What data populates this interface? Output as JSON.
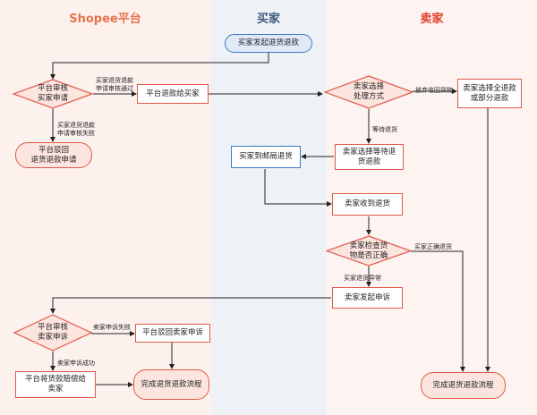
{
  "lanes": {
    "platform": "Shopee平台",
    "buyer": "买家",
    "seller": "卖家"
  },
  "nodes": {
    "buyer_initiate": "买家发起退货退款",
    "platform_review_refund": "平台审核\n买家申请",
    "platform_refund_buyer": "平台退款给买家",
    "seller_choose_method": "卖家选择\n处理方式",
    "seller_full_or_partial": "卖家选择全退款\n或部分退款",
    "platform_reject": "平台驳回\n退货退款申请",
    "buyer_ship_back": "买家到邮局退货",
    "seller_wait_return": "卖家选择等待退\n货退款",
    "seller_receive_return": "卖家收到退货",
    "seller_check_goods": "卖家检查货\n物是否正确",
    "seller_appeal": "卖家发起申诉",
    "platform_review_appeal": "平台审核\n卖家申诉",
    "platform_reject_appeal": "平台驳回卖家申诉",
    "platform_compensate": "平台将货款赔偿给\n卖家",
    "finish_left": "完成退货退款流程",
    "finish_right": "完成退货退款流程"
  },
  "labels": {
    "apply_pass": "买家退货退款\n申请审核通过",
    "apply_fail": "买家退货退款\n申请审核失败",
    "give_up_goods": "放弃收回货物",
    "wait_return": "等待退货",
    "goods_correct": "买家正确退货",
    "goods_abnormal": "买家退货异常",
    "appeal_fail": "卖家申诉失败",
    "appeal_success": "卖家申诉成功"
  },
  "colors": {
    "platform_bg": "#fdf1ee",
    "buyer_bg": "#eef2f6",
    "seller_bg": "#fdf3f1",
    "red_border": "#e05a4a",
    "blue_border": "#3c78c8",
    "arrow": "#222222"
  }
}
